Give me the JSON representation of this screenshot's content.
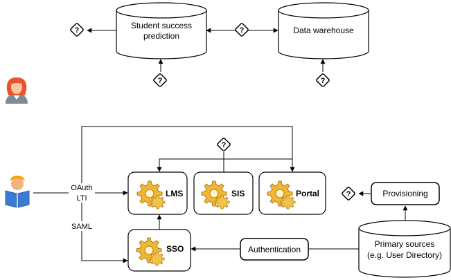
{
  "nodes": {
    "student_success_prediction": {
      "line1": "Student success",
      "line2": "prediction"
    },
    "data_warehouse": {
      "label": "Data warehouse"
    },
    "lms": {
      "label": "LMS"
    },
    "sis": {
      "label": "SIS"
    },
    "portal": {
      "label": "Portal"
    },
    "sso": {
      "label": "SSO"
    },
    "provisioning": {
      "label": "Provisioning"
    },
    "authentication": {
      "label": "Authentication"
    },
    "primary_sources": {
      "line1": "Primary sources",
      "line2": "(e.g. User Directory)"
    }
  },
  "edge_labels": {
    "oauth": "OAuth",
    "lti": "LTI",
    "saml": "SAML"
  },
  "unknown_marker": "?",
  "icons": [
    "person-icon",
    "reader-icon",
    "gear-icon"
  ]
}
